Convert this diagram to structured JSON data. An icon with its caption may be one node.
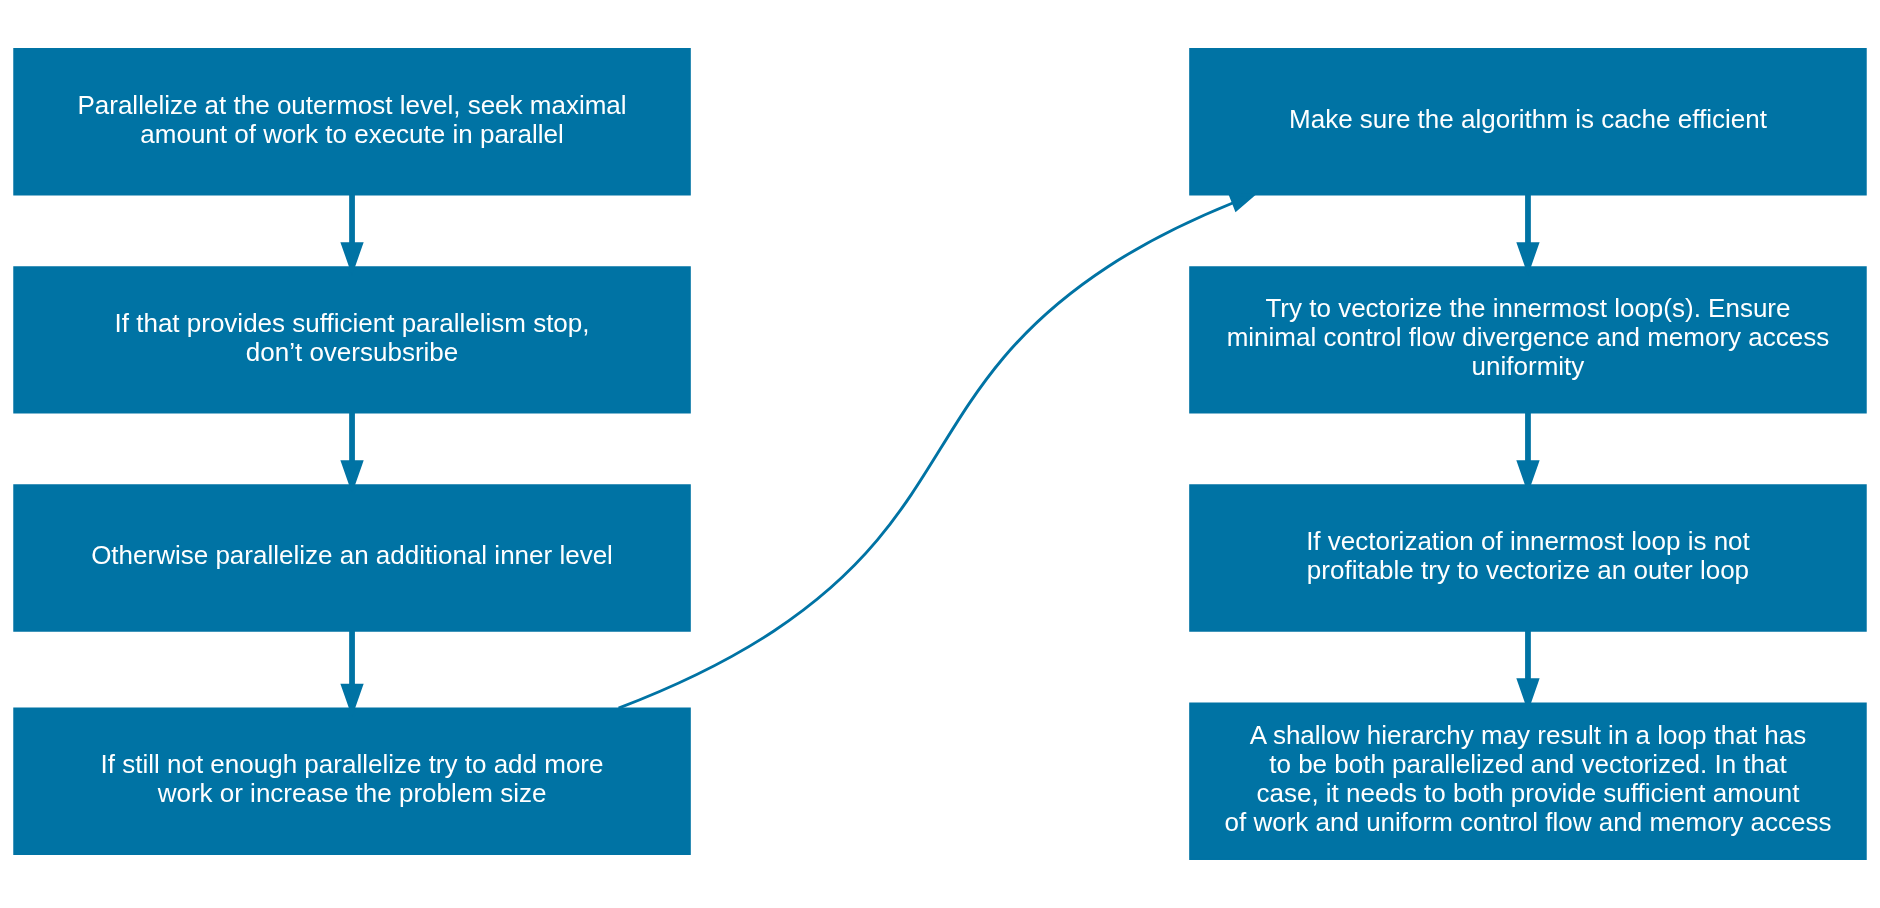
{
  "diagram": {
    "nodes": [
      {
        "text": [
          "Parallelize at the outermost level, seek maximal amount of work to execute in parallel"
        ]
      },
      {
        "text": [
          "If that provides sufficient parallelism stop, don’t oversubsribe"
        ]
      },
      {
        "text": [
          "Otherwise parallelize an additional inner level"
        ]
      },
      {
        "text": [
          "If still not enough parallelize try to add more work or increase the problem size"
        ]
      },
      {
        "text": [
          "Make sure the algorithm is cache efficient"
        ]
      },
      {
        "text": [
          "Try to vectorize the innermost loop(s). Ensure minimal control flow divergence and memory access uniformity"
        ]
      },
      {
        "text": [
          "If vectorization of innermost loop is not profitable try to vectorize an outer loop"
        ]
      },
      {
        "text": [
          "A shallow hierarchy may result in a loop that has to be both parallelized and vectorized. In that case, it needs to both provide sufficient amount of work and uniform control flow and memory access"
        ]
      }
    ],
    "edges": [
      {
        "from": 0,
        "to": 1,
        "arrow": "to"
      },
      {
        "from": 1,
        "to": 2,
        "arrow": "to"
      },
      {
        "from": 2,
        "to": 3,
        "arrow": "to"
      },
      {
        "from": 3,
        "to": 4,
        "arrow": "to"
      },
      {
        "from": 4,
        "to": 5,
        "arrow": "to"
      },
      {
        "from": 5,
        "to": 6,
        "arrow": "to"
      },
      {
        "from": 6,
        "to": 7,
        "arrow": "to"
      }
    ]
  }
}
